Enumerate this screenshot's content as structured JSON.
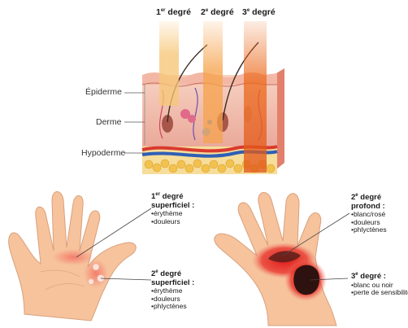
{
  "columns": [
    {
      "num": "1",
      "sup": "er",
      "word": " degré",
      "color": "#f7c77a"
    },
    {
      "num": "2",
      "sup": "e",
      "word": " degré",
      "color": "#f6a24a"
    },
    {
      "num": "3",
      "sup": "e",
      "word": " degré",
      "color": "#ec6a1e"
    }
  ],
  "layers": {
    "epiderme": "Épiderme",
    "derme": "Derme",
    "hypoderme": "Hypoderme"
  },
  "annotations": {
    "first": {
      "num": "1",
      "sup": "er",
      "line1_rest": " degré",
      "line2": "superficiel :",
      "bullets": [
        "érythème",
        "douleurs"
      ]
    },
    "second_sup": {
      "num": "2",
      "sup": "e",
      "line1_rest": " degré",
      "line2": "superficiel :",
      "bullets": [
        "érythème",
        "douleurs",
        "phlyctènes"
      ]
    },
    "second_deep": {
      "num": "2",
      "sup": "e",
      "line1_rest": " degré",
      "line2": "profond :",
      "bullets": [
        "blanc/rosé",
        "douleurs",
        "phlyctènes"
      ]
    },
    "third": {
      "num": "3",
      "sup": "e",
      "line1_rest": " degré :",
      "bullets": [
        "blanc ou noir",
        "perte de sensibilité"
      ]
    }
  },
  "colors": {
    "skin": "#f6c39d",
    "skin_outline": "#d9a07c",
    "burn_light": "#f28a7a",
    "burn_deep": "#e0262a",
    "burn_dark": "#3a1614",
    "fat": "#f2c14e",
    "vein": "#2f5fb5",
    "artery": "#d93a2f"
  }
}
